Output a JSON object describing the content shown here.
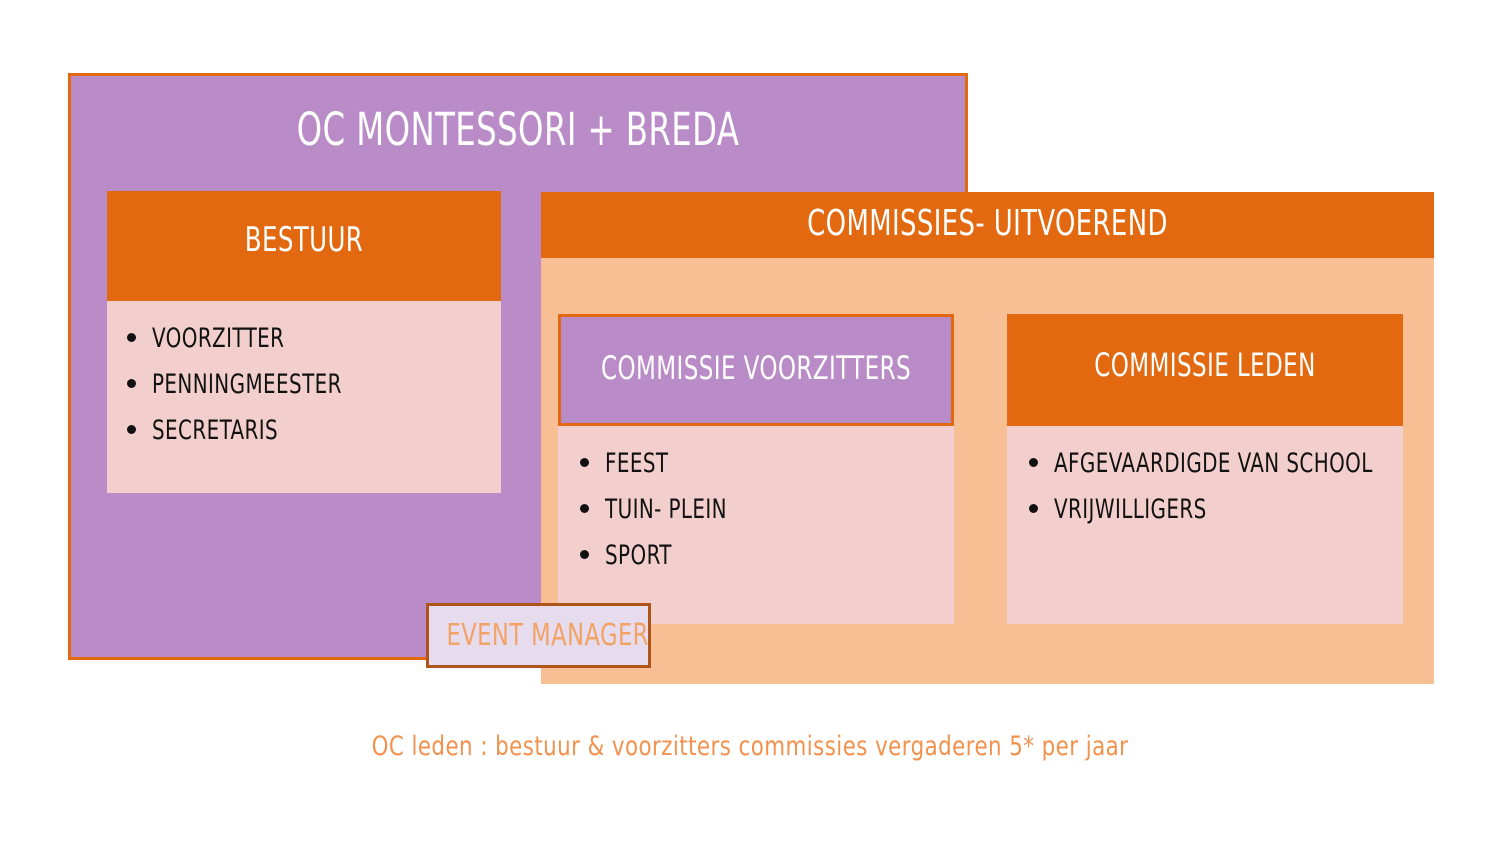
{
  "colors": {
    "purple": "#b98cc7",
    "orange": "#e2690f",
    "peach": "#f8bf94",
    "pink": "#f2cfcc",
    "lavender": "#e6dced",
    "brown_border": "#b0551a",
    "footer_orange": "#f2924e",
    "event_text_orange": "#f2a265",
    "white": "#ffffff",
    "black": "#111111",
    "background": "#ffffff"
  },
  "organization": {
    "root": {
      "title": "OC MONTESSORI + BREDA"
    },
    "bestuur": {
      "header": "BESTUUR",
      "members": [
        {
          "label": "VOORZITTER"
        },
        {
          "label": "PENNINGMEESTER"
        },
        {
          "label": "SECRETARIS"
        }
      ]
    },
    "commissies": {
      "header": "COMMISSIES- UITVOEREND",
      "cards": [
        {
          "header": "COMMISSIE VOORZITTERS",
          "items": [
            {
              "label": "FEEST"
            },
            {
              "label": "TUIN- PLEIN"
            },
            {
              "label": "SPORT"
            }
          ]
        },
        {
          "header": "COMMISSIE LEDEN",
          "items": [
            {
              "label": "AFGEVAARDIGDE VAN SCHOOL"
            },
            {
              "label": "VRIJWILLIGERS"
            }
          ]
        }
      ]
    },
    "event_manager": {
      "label": "EVENT MANAGER"
    }
  },
  "footer": {
    "note": "OC leden : bestuur & voorzitters commissies vergaderen 5* per jaar"
  }
}
